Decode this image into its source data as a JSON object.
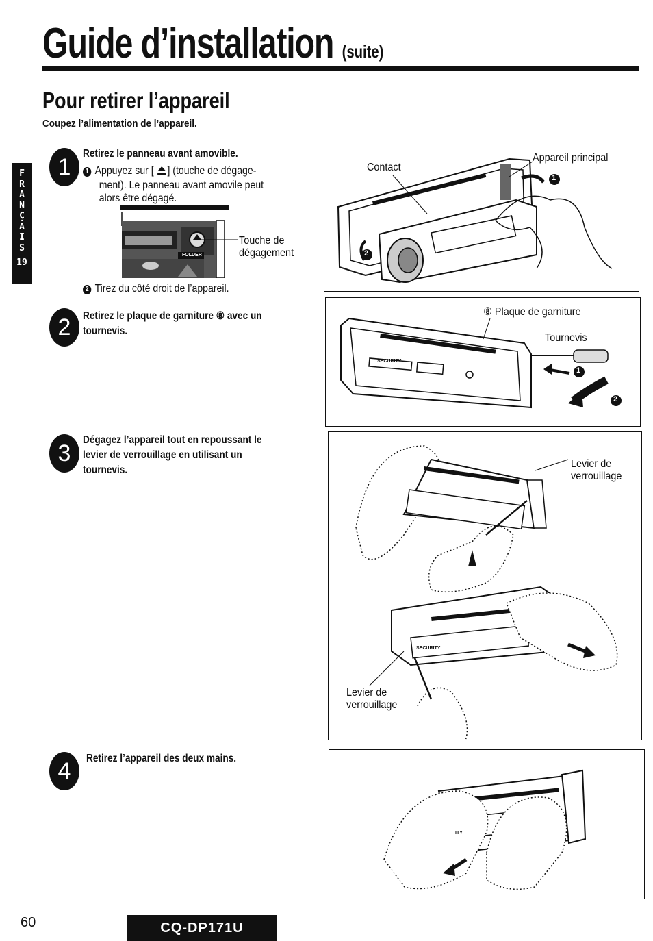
{
  "header": {
    "title": "Guide d’installation",
    "title_suffix": "(suite)"
  },
  "section": {
    "heading": "Pour retirer l’appareil",
    "intro": "Coupez l’alimentation de l’appareil."
  },
  "side_tab": {
    "letters": [
      "F",
      "R",
      "A",
      "N",
      "Ç",
      "A",
      "I",
      "S"
    ],
    "page": "19"
  },
  "steps": [
    {
      "number": "1",
      "title": "Retirez le panneau avant amovible.",
      "items": [
        {
          "marker": "1",
          "text_before": "Appuyez sur [",
          "text_after": "] (touche de dégage-",
          "line2": "ment).  Le panneau avant amovile peut",
          "line3": "alors être dégagé."
        },
        {
          "marker": "2",
          "text": "Tirez du côté droit de l’appareil."
        }
      ],
      "inset_label": [
        "Touche de",
        "dégagement"
      ],
      "inset_button_text": "FOLDER"
    },
    {
      "number": "2",
      "title_line1": "Retirez le plaque de garniture ⑧ avec un",
      "title_line2": "tournevis."
    },
    {
      "number": "3",
      "title_line1": "Dégagez l’appareil tout en repoussant le",
      "title_line2": "levier de verrouillage en utilisant un",
      "title_line3": "tournevis."
    },
    {
      "number": "4",
      "title": "Retirez l’appareil des deux mains."
    }
  ],
  "figures": {
    "fig1": {
      "contact": "Contact",
      "main_unit": "Appareil principal",
      "marker_a": "1",
      "marker_b": "2"
    },
    "fig2": {
      "plate": "⑧ Plaque de garniture",
      "screwdriver": "Tournevis",
      "marker_a": "1",
      "marker_b": "2",
      "security": "SECURITY"
    },
    "fig3": {
      "lever_top": [
        "Levier de",
        "verrouillage"
      ],
      "lever_bottom": [
        "Levier de",
        "verrouillage"
      ],
      "security": "SECURITY"
    },
    "fig4": {
      "security": "ITY"
    }
  },
  "footer": {
    "page_number": "60",
    "model": "CQ-DP171U"
  },
  "colors": {
    "ink": "#111111",
    "paper": "#ffffff"
  }
}
